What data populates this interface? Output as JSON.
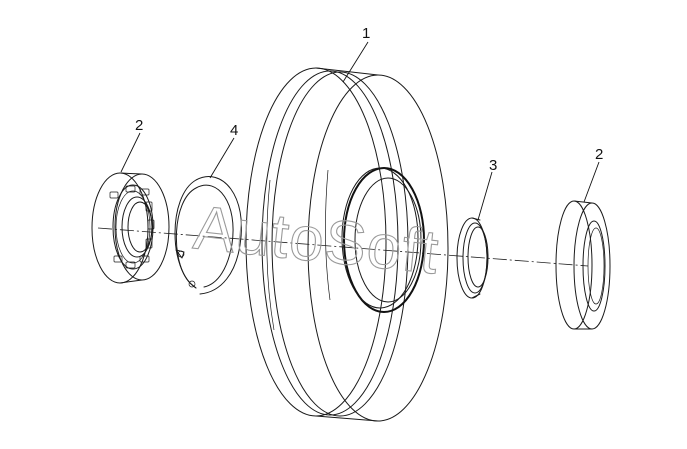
{
  "callouts": {
    "c1": "1",
    "c2_left": "2",
    "c2_right": "2",
    "c3": "3",
    "c4": "4"
  },
  "watermark": "AutoSoft"
}
